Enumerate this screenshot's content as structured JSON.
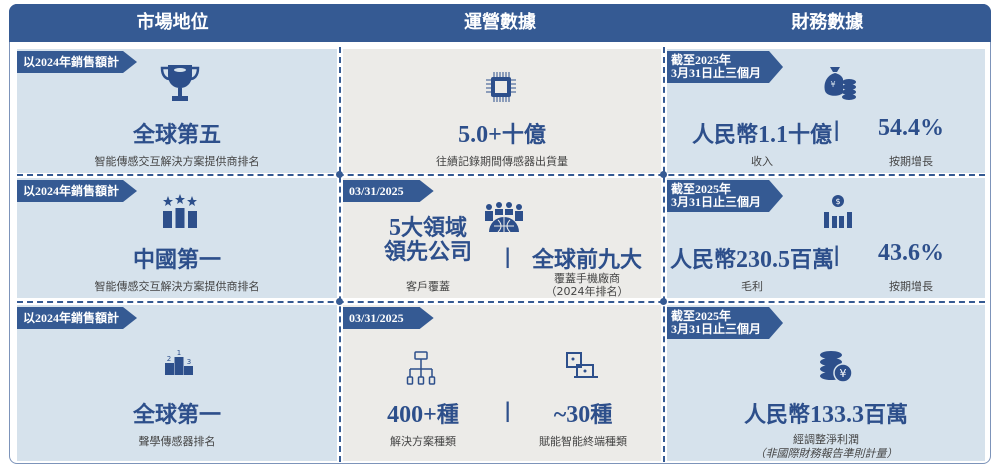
{
  "headers": [
    "市場地位",
    "運營數據",
    "財務數據"
  ],
  "market": [
    {
      "tag": "以2024年銷售額計",
      "icon": "trophy-icon",
      "title": "全球第五",
      "desc": "智能傳感交互解決方案提供商排名"
    },
    {
      "tag": "以2024年銷售額計",
      "icon": "ranking-stars-icon",
      "title": "中國第一",
      "desc": "智能傳感交互解決方案提供商排名"
    },
    {
      "tag": "以2024年銷售額計",
      "icon": "podium-icon",
      "title": "全球第一",
      "desc": "聲學傳感器排名"
    }
  ],
  "operations": {
    "r1": {
      "icon": "chip-icon",
      "value": "5.0+",
      "unit": "十億",
      "desc": "往績記錄期間傳感器出貨量"
    },
    "r2": {
      "tag": "03/31/2025",
      "icon": "global-team-icon",
      "left_num": "5",
      "left_line1": "大領域",
      "left_line2": "領先公司",
      "left_desc": "客戶覆蓋",
      "right_value": "全球前九大",
      "right_desc1": "覆蓋手機廠商",
      "right_desc2": "（2024年排名）"
    },
    "r3": {
      "tag": "03/31/2025",
      "left_icon": "hierarchy-icon",
      "left_value": "400+",
      "left_unit": "種",
      "left_desc": "解決方案種類",
      "right_icon": "devices-icon",
      "right_value": "~30",
      "right_unit": "種",
      "right_desc": "賦能智能終端種類"
    }
  },
  "finance": {
    "tag1": "截至2025年",
    "tag2": "3月31日止三個月",
    "r1": {
      "icon": "money-bag-icon",
      "prefix": "人民幣",
      "value": "1.1",
      "unit": "十億",
      "label": "收入",
      "growth": "54.4%",
      "growth_label": "按期增長"
    },
    "r2": {
      "icon": "bar-chart-dollar-icon",
      "prefix": "人民幣",
      "value": "230.5",
      "unit": "百萬",
      "label": "毛利",
      "growth": "43.6%",
      "growth_label": "按期增長"
    },
    "r3": {
      "icon": "coins-yen-icon",
      "prefix": "人民幣",
      "value": "133.3",
      "unit": "百萬",
      "label": "經調整淨利潤",
      "note": "（非國際財務報告準則計量）"
    }
  },
  "colors": {
    "primary": "#355a93",
    "cell_blue": "#d6e2ec",
    "cell_gray": "#ecebe8"
  }
}
